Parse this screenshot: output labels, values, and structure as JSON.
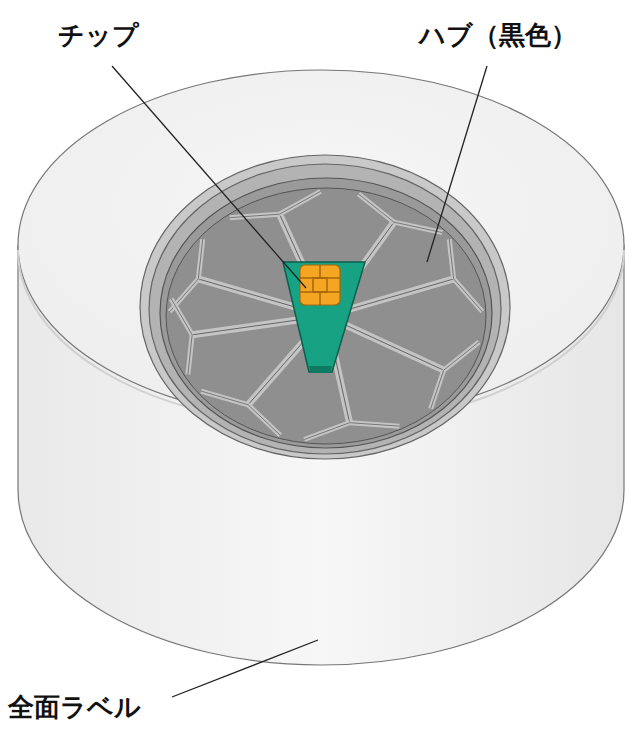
{
  "diagram": {
    "labels": [
      "チップ",
      "ハブ（黒色）",
      "全面ラベル"
    ]
  }
}
